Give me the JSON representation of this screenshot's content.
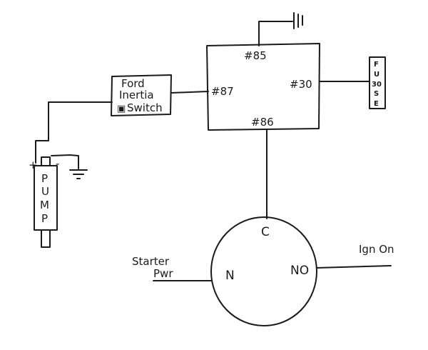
{
  "relay": {
    "pin85": "#85",
    "pin87": "#87",
    "pin30": "#30",
    "pin86": "#86"
  },
  "inertia_switch": {
    "line1": "Ford",
    "line2": "Inertia",
    "line3": "Switch",
    "mark": "▣"
  },
  "fuse": {
    "letters": [
      "F",
      "U",
      "30",
      "S",
      "E"
    ]
  },
  "pump": {
    "plus": "+",
    "minus": "-",
    "letters": [
      "P",
      "U",
      "M",
      "P"
    ]
  },
  "ign_switch": {
    "common": "C",
    "nc": "N",
    "no": "NO"
  },
  "labels": {
    "starter_line1": "Starter",
    "starter_line2": "Pwr",
    "ign_on": "Ign On"
  }
}
